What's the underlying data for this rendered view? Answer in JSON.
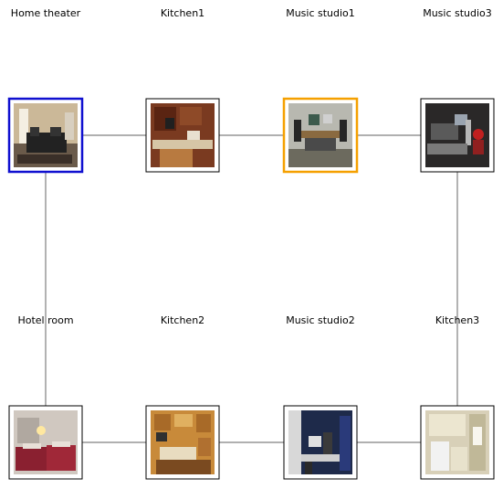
{
  "graph": {
    "nodes": [
      {
        "id": "home-theater",
        "label": "Home theater",
        "highlight": "blue",
        "scene": "home-theater"
      },
      {
        "id": "kitchen1",
        "label": "Kitchen1",
        "highlight": "none",
        "scene": "kitchen-wood"
      },
      {
        "id": "music-studio1",
        "label": "Music studio1",
        "highlight": "orange",
        "scene": "studio-desk"
      },
      {
        "id": "music-studio3",
        "label": "Music studio3",
        "highlight": "none",
        "scene": "studio-dark"
      },
      {
        "id": "hotel-room",
        "label": "Hotel room",
        "highlight": "none",
        "scene": "hotel-bed"
      },
      {
        "id": "kitchen2",
        "label": "Kitchen2",
        "highlight": "none",
        "scene": "kitchen-warm"
      },
      {
        "id": "music-studio2",
        "label": "Music studio2",
        "highlight": "none",
        "scene": "studio-blue"
      },
      {
        "id": "kitchen3",
        "label": "Kitchen3",
        "highlight": "none",
        "scene": "kitchen-white"
      }
    ],
    "edges": [
      [
        "home-theater",
        "kitchen1"
      ],
      [
        "kitchen1",
        "music-studio1"
      ],
      [
        "music-studio1",
        "music-studio3"
      ],
      [
        "home-theater",
        "hotel-room"
      ],
      [
        "music-studio3",
        "kitchen3"
      ],
      [
        "hotel-room",
        "kitchen2"
      ],
      [
        "kitchen2",
        "music-studio2"
      ],
      [
        "music-studio2",
        "kitchen3"
      ]
    ],
    "colors": {
      "blue": "#1010d0",
      "orange": "#f5a000",
      "none": "#000000",
      "edge": "#808080"
    }
  }
}
